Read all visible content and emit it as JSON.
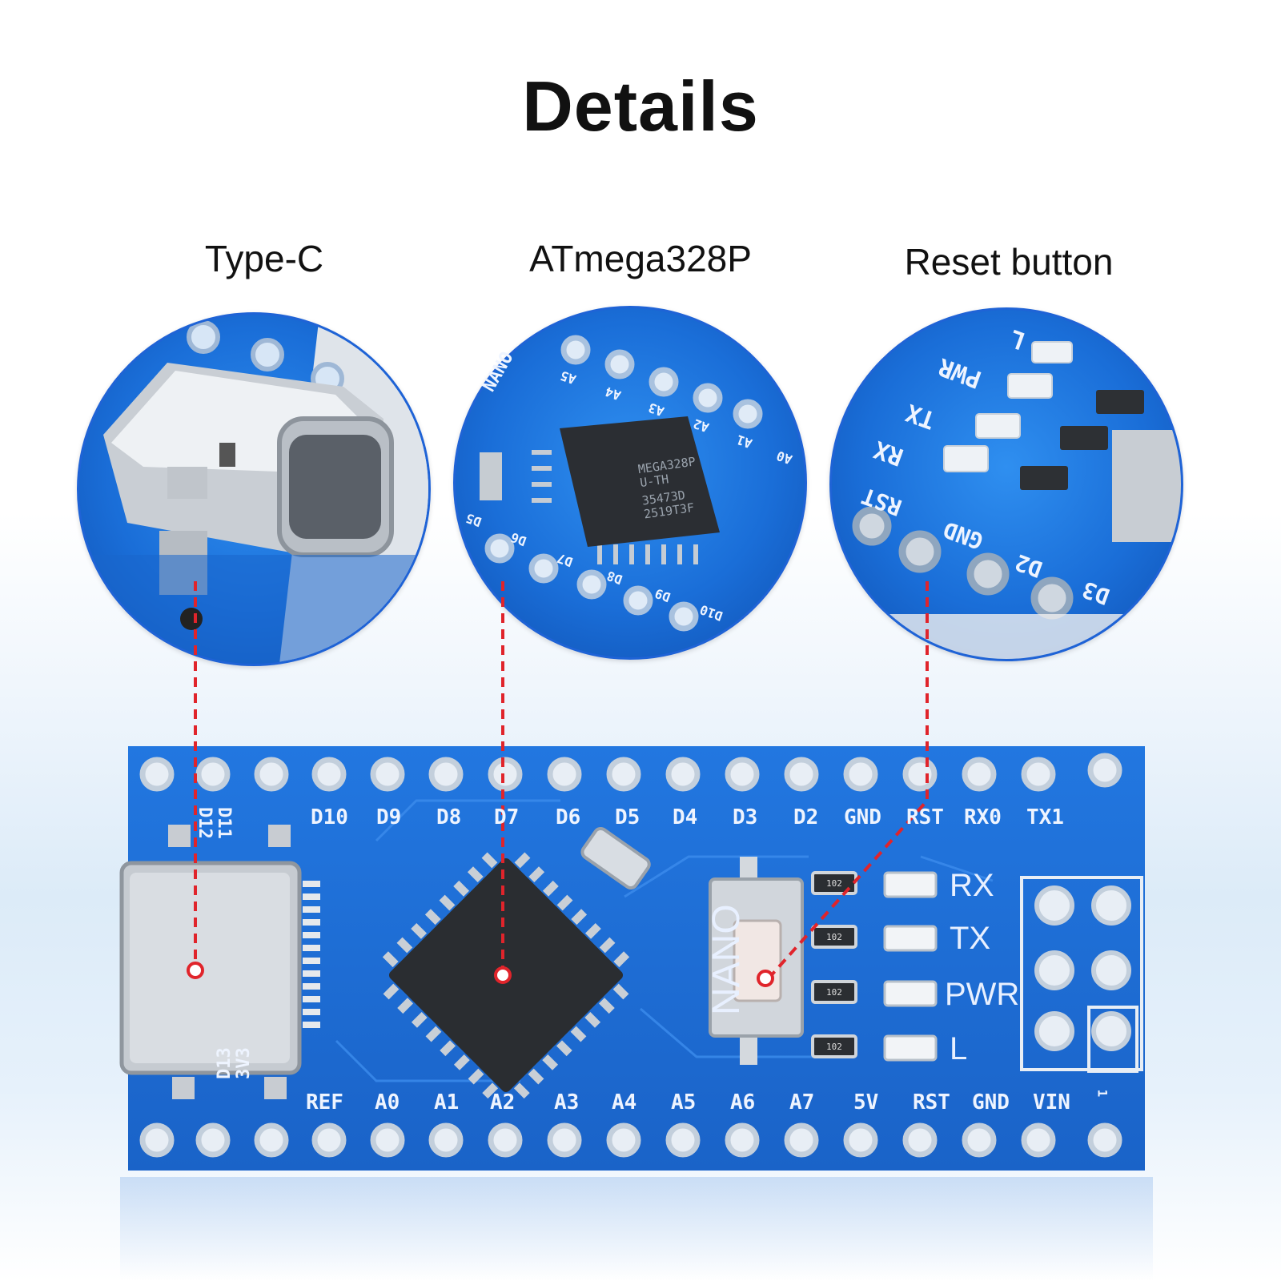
{
  "title": "Details",
  "callouts": [
    {
      "label": "Type-C"
    },
    {
      "label": "ATmega328P"
    },
    {
      "label": "Reset button"
    }
  ],
  "chip_marking": {
    "line1": "MEGA328P",
    "line2": "U-TH",
    "line3": "35473D",
    "line4": "2519T3F"
  },
  "board": {
    "name": "NANO",
    "top_pins": [
      "D12",
      "D11",
      "D10",
      "D9",
      "D8",
      "D7",
      "D6",
      "D5",
      "D4",
      "D3",
      "D2",
      "GND",
      "RST",
      "RX0",
      "TX1"
    ],
    "bottom_pins": [
      "D13",
      "3V3",
      "REF",
      "A0",
      "A1",
      "A2",
      "A3",
      "A4",
      "A5",
      "A6",
      "A7",
      "5V",
      "RST",
      "GND",
      "VIN"
    ],
    "leds": [
      "RX",
      "TX",
      "PWR",
      "L"
    ],
    "resistor_code": "102",
    "pin1_marker": "1"
  },
  "zoom_chip_pins": [
    "A5",
    "A4",
    "A3",
    "A2",
    "A1",
    "A0",
    "D5",
    "D6",
    "D7",
    "D8",
    "D9",
    "D10"
  ],
  "zoom_reset_labels": [
    "L",
    "PWR",
    "TX",
    "RX",
    "RST",
    "GND",
    "D2",
    "D3"
  ],
  "colors": {
    "pcb": "#1e6fd9",
    "callout_line": "#e0242b",
    "circle_border": "#1f63d6"
  }
}
